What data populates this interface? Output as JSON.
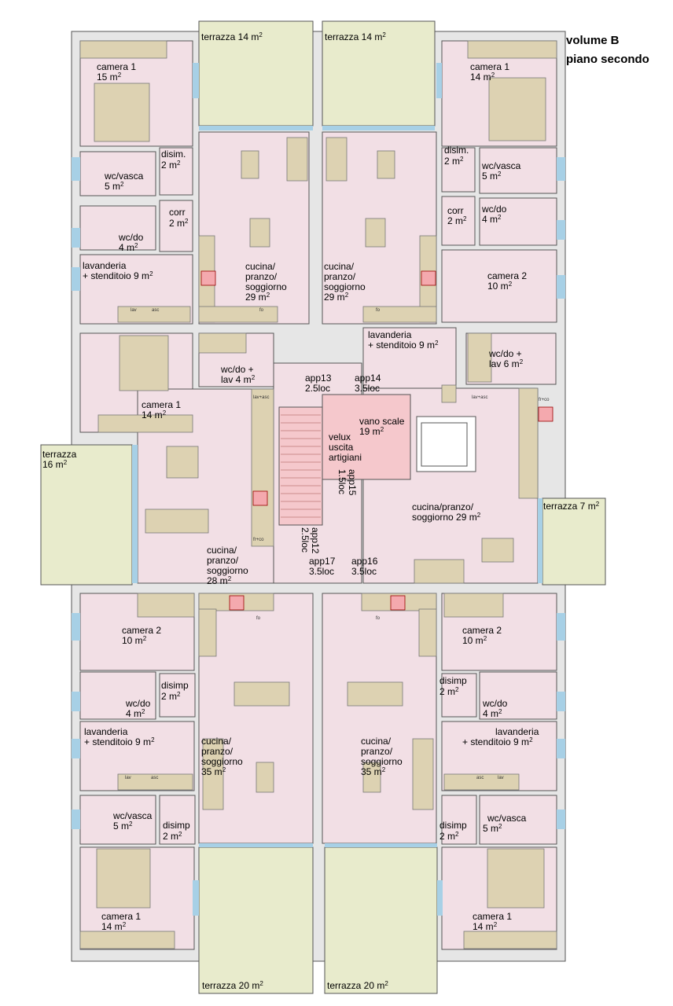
{
  "header": {
    "volume": "volume B",
    "floor": "piano secondo"
  },
  "colors": {
    "room_fill": "#f2dfe5",
    "stair_fill": "#f5c8cc",
    "terrace_fill": "#e8ebcc",
    "wall_fill": "#e6e6e6",
    "furniture_fill": "#ddd2b2",
    "window_fill": "#a7d0e6",
    "stove_fill": "#f4a9ae",
    "stroke": "#555555"
  },
  "terraces": {
    "top_left": {
      "name": "terrazza 14 m",
      "sup": "2"
    },
    "top_right": {
      "name": "terrazza 14 m",
      "sup": "2"
    },
    "left": {
      "name": "terrazza",
      "area": "16 m",
      "sup": "2"
    },
    "right": {
      "name": "terrazza 7 m",
      "sup": "2"
    },
    "bottom_left": {
      "name": "terrazza 20 m",
      "sup": "2"
    },
    "bottom_right": {
      "name": "terrazza 20 m",
      "sup": "2"
    }
  },
  "rooms": {
    "tl_camera1": {
      "name": "camera 1",
      "area": "15 m",
      "sup": "2"
    },
    "tl_disim": {
      "name": "disim.",
      "area": "2 m",
      "sup": "2"
    },
    "tl_wcvasca": {
      "name": "wc/vasca",
      "area": "5 m",
      "sup": "2"
    },
    "tl_corr": {
      "name": "corr",
      "area": "2 m",
      "sup": "2"
    },
    "tl_wcdo": {
      "name": "wc/do",
      "area": "4 m",
      "sup": "2"
    },
    "tl_lavanderia": {
      "name": "lavanderia",
      "name2": "+ stenditoio 9 m",
      "sup": "2"
    },
    "tl_cucina": {
      "l1": "cucina/",
      "l2": "pranzo/",
      "l3": "soggiorno",
      "area": "29 m",
      "sup": "2"
    },
    "tr_cucina": {
      "l1": "cucina/",
      "l2": "pranzo/",
      "l3": "soggiorno",
      "area": "29 m",
      "sup": "2"
    },
    "tr_camera1": {
      "name": "camera 1",
      "area": "14 m",
      "sup": "2"
    },
    "tr_disim": {
      "name": "disim.",
      "area": "2 m",
      "sup": "2"
    },
    "tr_wcvasca": {
      "name": "wc/vasca",
      "area": "5 m",
      "sup": "2"
    },
    "tr_corr": {
      "name": "corr",
      "area": "2 m",
      "sup": "2"
    },
    "tr_wcdo": {
      "name": "wc/do",
      "area": "4 m",
      "sup": "2"
    },
    "tr_camera2": {
      "name": "camera 2",
      "area": "10 m",
      "sup": "2"
    },
    "tr_lavanderia": {
      "name": "lavanderia",
      "name2": "+ stenditoio 9 m",
      "sup": "2"
    },
    "ml_camera1": {
      "name": "camera 1",
      "area": "14 m",
      "sup": "2"
    },
    "ml_wcdo": {
      "name": "wc/do +",
      "name2": "lav 4 m",
      "sup": "2"
    },
    "ml_cucina": {
      "l1": "cucina/",
      "l2": "pranzo/",
      "l3": "soggiorno",
      "area": "28 m",
      "sup": "2"
    },
    "mr_wcdo": {
      "name": "wc/do +",
      "name2": "lav 6 m",
      "sup": "2"
    },
    "mr_cucina": {
      "name": "cucina/pranzo/",
      "name2": "soggiorno 29 m",
      "sup": "2"
    },
    "vano_scale": {
      "name": "vano scale",
      "area": "19 m",
      "sup": "2",
      "l3": "velux",
      "l4": "uscita",
      "l5": "artigiani"
    },
    "bl_camera2": {
      "name": "camera 2",
      "area": "10 m",
      "sup": "2"
    },
    "bl_disimp": {
      "name": "disimp",
      "area": "2 m",
      "sup": "2"
    },
    "bl_wcdo": {
      "name": "wc/do",
      "area": "4 m",
      "sup": "2"
    },
    "bl_lavanderia": {
      "name": "lavanderia",
      "name2": "+ stenditoio 9 m",
      "sup": "2"
    },
    "bl_cucina": {
      "l1": "cucina/",
      "l2": "pranzo/",
      "l3": "soggiorno",
      "area": "35 m",
      "sup": "2"
    },
    "bl_wcvasca": {
      "name": "wc/vasca",
      "area": "5 m",
      "sup": "2"
    },
    "bl_disimp2": {
      "name": "disimp",
      "area": "2 m",
      "sup": "2"
    },
    "bl_camera1": {
      "name": "camera 1",
      "area": "14 m",
      "sup": "2"
    },
    "br_cucina": {
      "l1": "cucina/",
      "l2": "pranzo/",
      "l3": "soggiorno",
      "area": "35 m",
      "sup": "2"
    },
    "br_camera2": {
      "name": "camera 2",
      "area": "10 m",
      "sup": "2"
    },
    "br_disimp": {
      "name": "disimp",
      "area": "2 m",
      "sup": "2"
    },
    "br_wcdo": {
      "name": "wc/do",
      "area": "4 m",
      "sup": "2"
    },
    "br_lavanderia": {
      "name": "lavanderia",
      "name2": "+ stenditoio 9 m",
      "sup": "2"
    },
    "br_disimp2": {
      "name": "disimp",
      "area": "2 m",
      "sup": "2"
    },
    "br_wcvasca": {
      "name": "wc/vasca",
      "area": "5 m",
      "sup": "2"
    },
    "br_camera1": {
      "name": "camera 1",
      "area": "14 m",
      "sup": "2"
    }
  },
  "apartments": {
    "app13": {
      "name": "app13",
      "loc": "2.5loc"
    },
    "app14": {
      "name": "app14",
      "loc": "3.5loc"
    },
    "app15": {
      "name": "app15",
      "loc": "1.5loc"
    },
    "app12": {
      "name": "app12",
      "loc": "2.5loc"
    },
    "app17": {
      "name": "app17",
      "loc": "3.5loc"
    },
    "app16": {
      "name": "app16",
      "loc": "3.5loc"
    }
  },
  "fixtures": {
    "lav": "lav",
    "asc": "asc",
    "frco": "fr+co",
    "fo": "fo",
    "lavasc": "lav+asc"
  }
}
